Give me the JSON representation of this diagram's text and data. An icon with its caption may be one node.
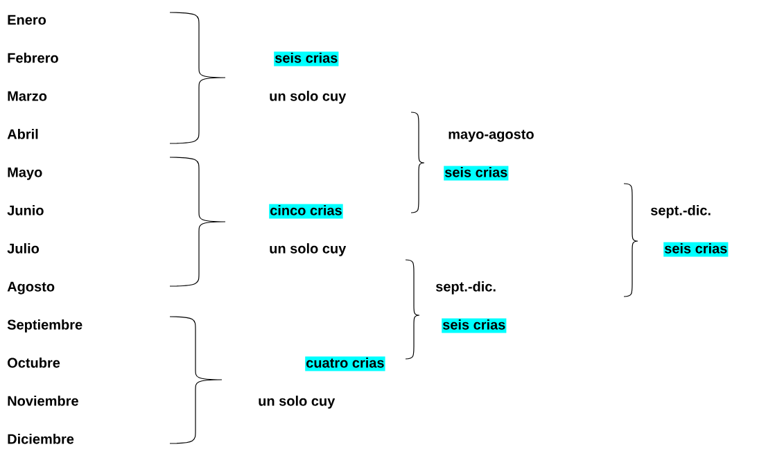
{
  "diagram": {
    "nodes": [
      {
        "text": [
          "seis crias"
        ]
      },
      {
        "text": [
          "seis crias"
        ]
      },
      {
        "text": [
          "cinco crias"
        ]
      },
      {
        "text": [
          "seis crias"
        ]
      },
      {
        "text": [
          "seis crias"
        ]
      },
      {
        "text": [
          "cuatro crias"
        ]
      }
    ],
    "labels": [
      "Enero",
      "Febrero",
      "Marzo",
      "un solo cuy",
      "Abril",
      "mayo-agosto",
      "Mayo",
      "Junio",
      "sept.-dic.",
      "Julio",
      "un solo cuy",
      "Agosto",
      "sept.-dic.",
      "Septiembre",
      "Octubre",
      "Noviembre",
      "un solo cuy",
      "Diciembre"
    ]
  }
}
